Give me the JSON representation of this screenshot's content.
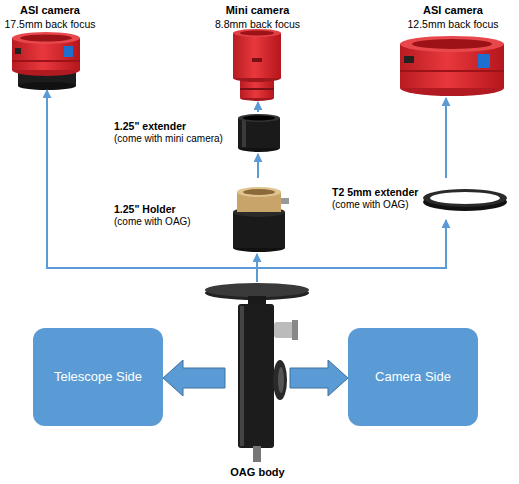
{
  "diagram": {
    "nodes": [
      {
        "text": [
          "ASI camera",
          "17.5mm back focus"
        ]
      },
      {
        "text": [
          "Mini camera",
          "8.8mm back focus"
        ]
      },
      {
        "text": [
          "ASI camera",
          "12.5mm back focus"
        ]
      },
      {
        "text": [
          "1.25\" extender",
          "(come with mini camera)"
        ]
      },
      {
        "text": [
          "T2 5mm extender",
          "(come with OAG)"
        ]
      },
      {
        "text": [
          "1.25\" Holder",
          "(come with OAG)"
        ]
      },
      {
        "text": [
          "Telescope Side"
        ]
      },
      {
        "text": [
          "Camera Side"
        ]
      },
      {
        "text": [
          "OAG body"
        ]
      }
    ],
    "edges": [
      {
        "from": 8,
        "to": 0,
        "arrow": "to"
      },
      {
        "from": 8,
        "to": 5,
        "arrow": "to"
      },
      {
        "from": 5,
        "to": 3,
        "arrow": "to"
      },
      {
        "from": 3,
        "to": 1,
        "arrow": "to"
      },
      {
        "from": 8,
        "to": 4,
        "arrow": "to"
      },
      {
        "from": 4,
        "to": 2,
        "arrow": "to"
      },
      {
        "from": 8,
        "to": 6,
        "arrow": "to"
      },
      {
        "from": 8,
        "to": 7,
        "arrow": "to"
      }
    ]
  }
}
